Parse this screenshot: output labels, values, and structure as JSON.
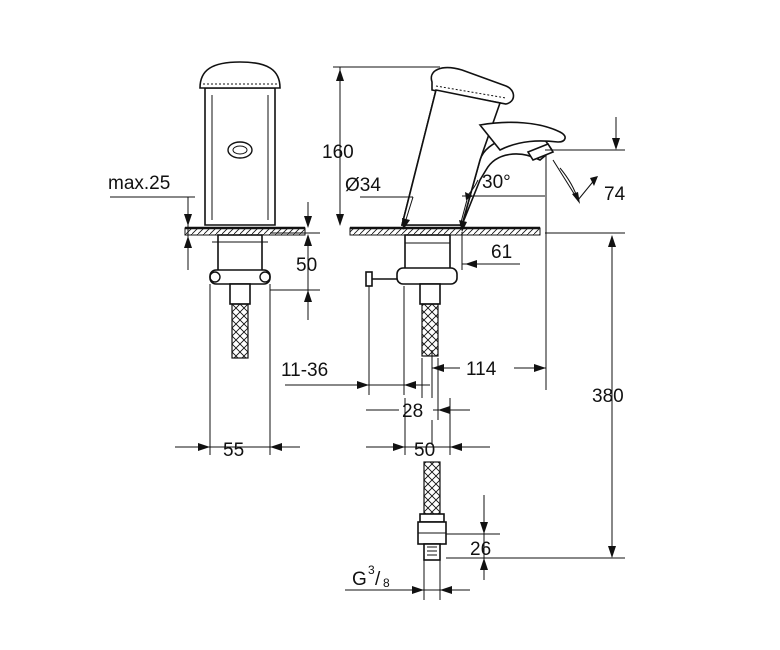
{
  "drawing": {
    "dimensions": {
      "max_deck": "max.25",
      "height_spout": "160",
      "diameter": "Ø34",
      "angle": "30°",
      "lever_swing": "74",
      "under_deck": "50",
      "clamp_offset": "61",
      "adjust_range": "11-36",
      "reach": "114",
      "hose_spacing": "28",
      "body_width_front": "55",
      "body_width_side": "50",
      "total_length": "380",
      "connector_length": "26",
      "thread_main": "G",
      "thread_num": "3",
      "thread_den": "8"
    }
  }
}
